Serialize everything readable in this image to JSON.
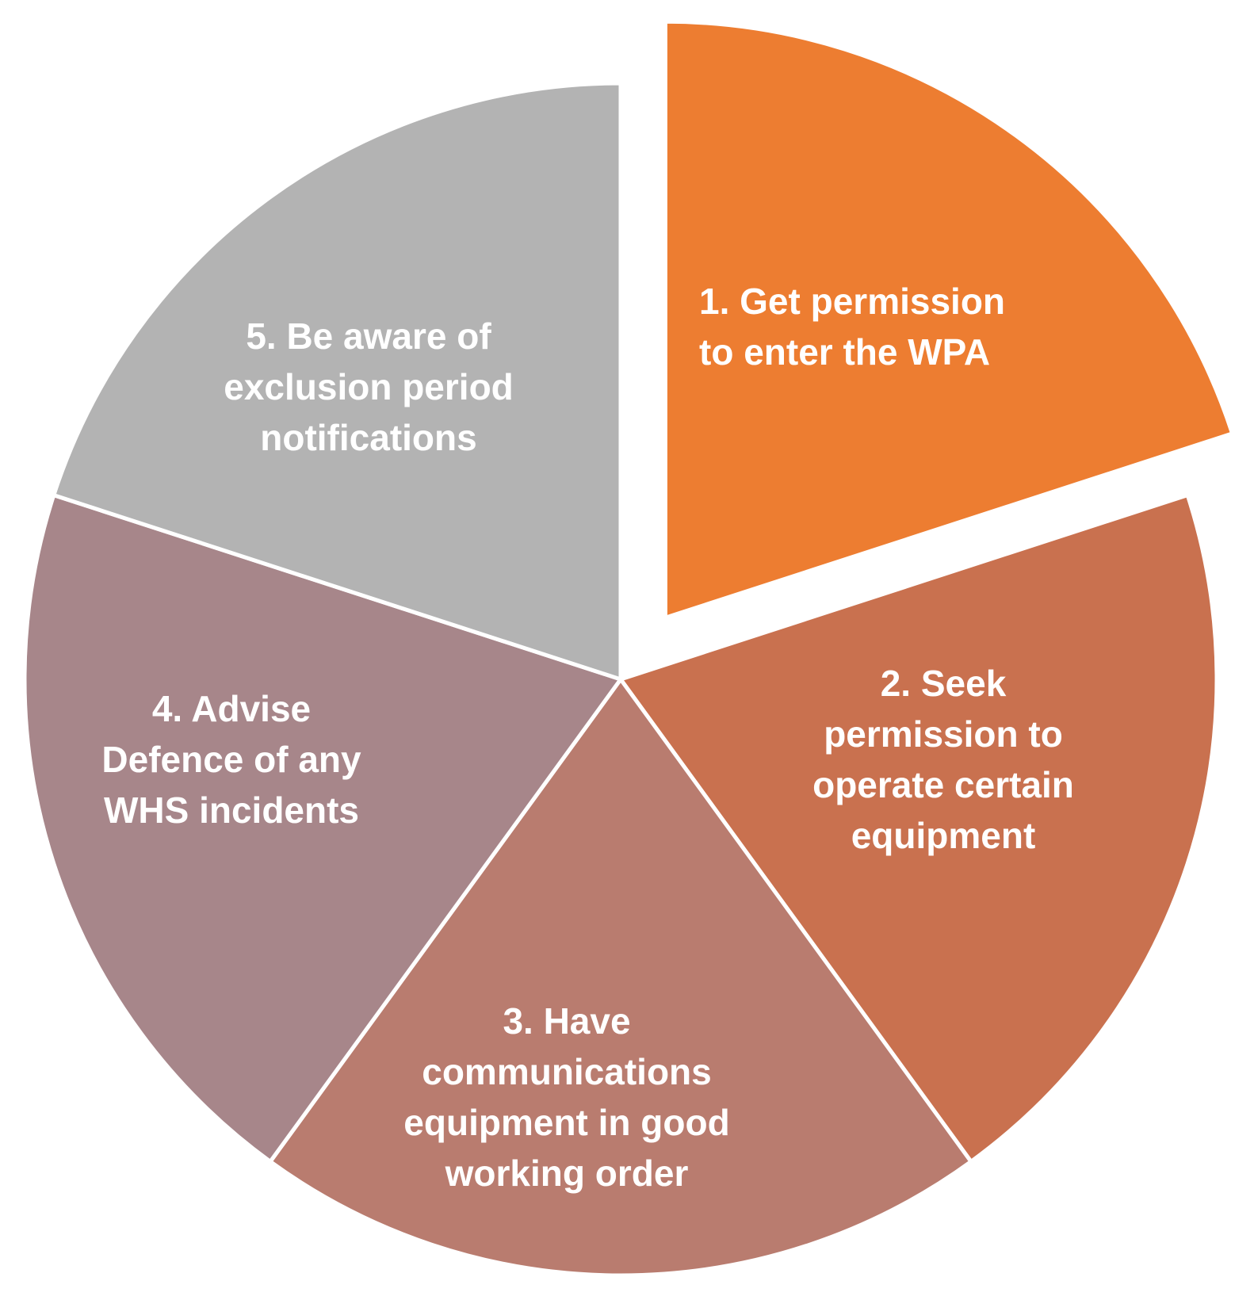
{
  "chart_data": {
    "type": "pie",
    "title": "",
    "legend_position": "none",
    "background": "#FFFFFF",
    "separator_color": "#FFFFFF",
    "label_color": "#FFFFFF",
    "start_angle_deg": 0,
    "slices": [
      {
        "label": "1. Get permission\nto enter the WPA",
        "value": 20,
        "angle_deg": 72,
        "color": "#ED7D31",
        "exploded": true
      },
      {
        "label": "2. Seek\npermission to\noperate certain\nequipment",
        "value": 20,
        "angle_deg": 72,
        "color": "#C9714F",
        "exploded": false
      },
      {
        "label": "3. Have\ncommunications\nequipment in good\nworking order",
        "value": 20,
        "angle_deg": 72,
        "color": "#B97C6F",
        "exploded": false
      },
      {
        "label": "4. Advise\nDefence of any\nWHS incidents",
        "value": 20,
        "angle_deg": 72,
        "color": "#A7868A",
        "exploded": false
      },
      {
        "label": "5. Be aware of\nexclusion period\nnotifications",
        "value": 20,
        "angle_deg": 72,
        "color": "#B3B3B3",
        "exploded": false
      }
    ]
  }
}
